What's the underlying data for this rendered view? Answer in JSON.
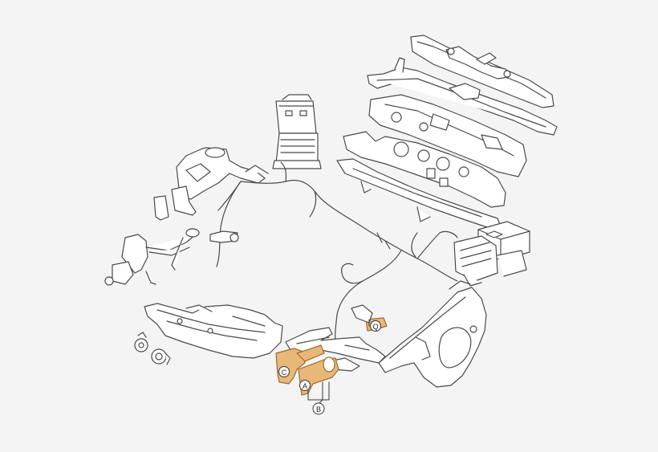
{
  "diagram": {
    "callouts": {
      "a": "A",
      "b": "B",
      "c": "C",
      "q": "Q"
    },
    "colors": {
      "background": "#f4f4f4",
      "line": "#4a4a4a",
      "part_fill": "#ffffff",
      "highlight": "#e8b878",
      "highlight_stroke": "#a06a2a"
    }
  }
}
